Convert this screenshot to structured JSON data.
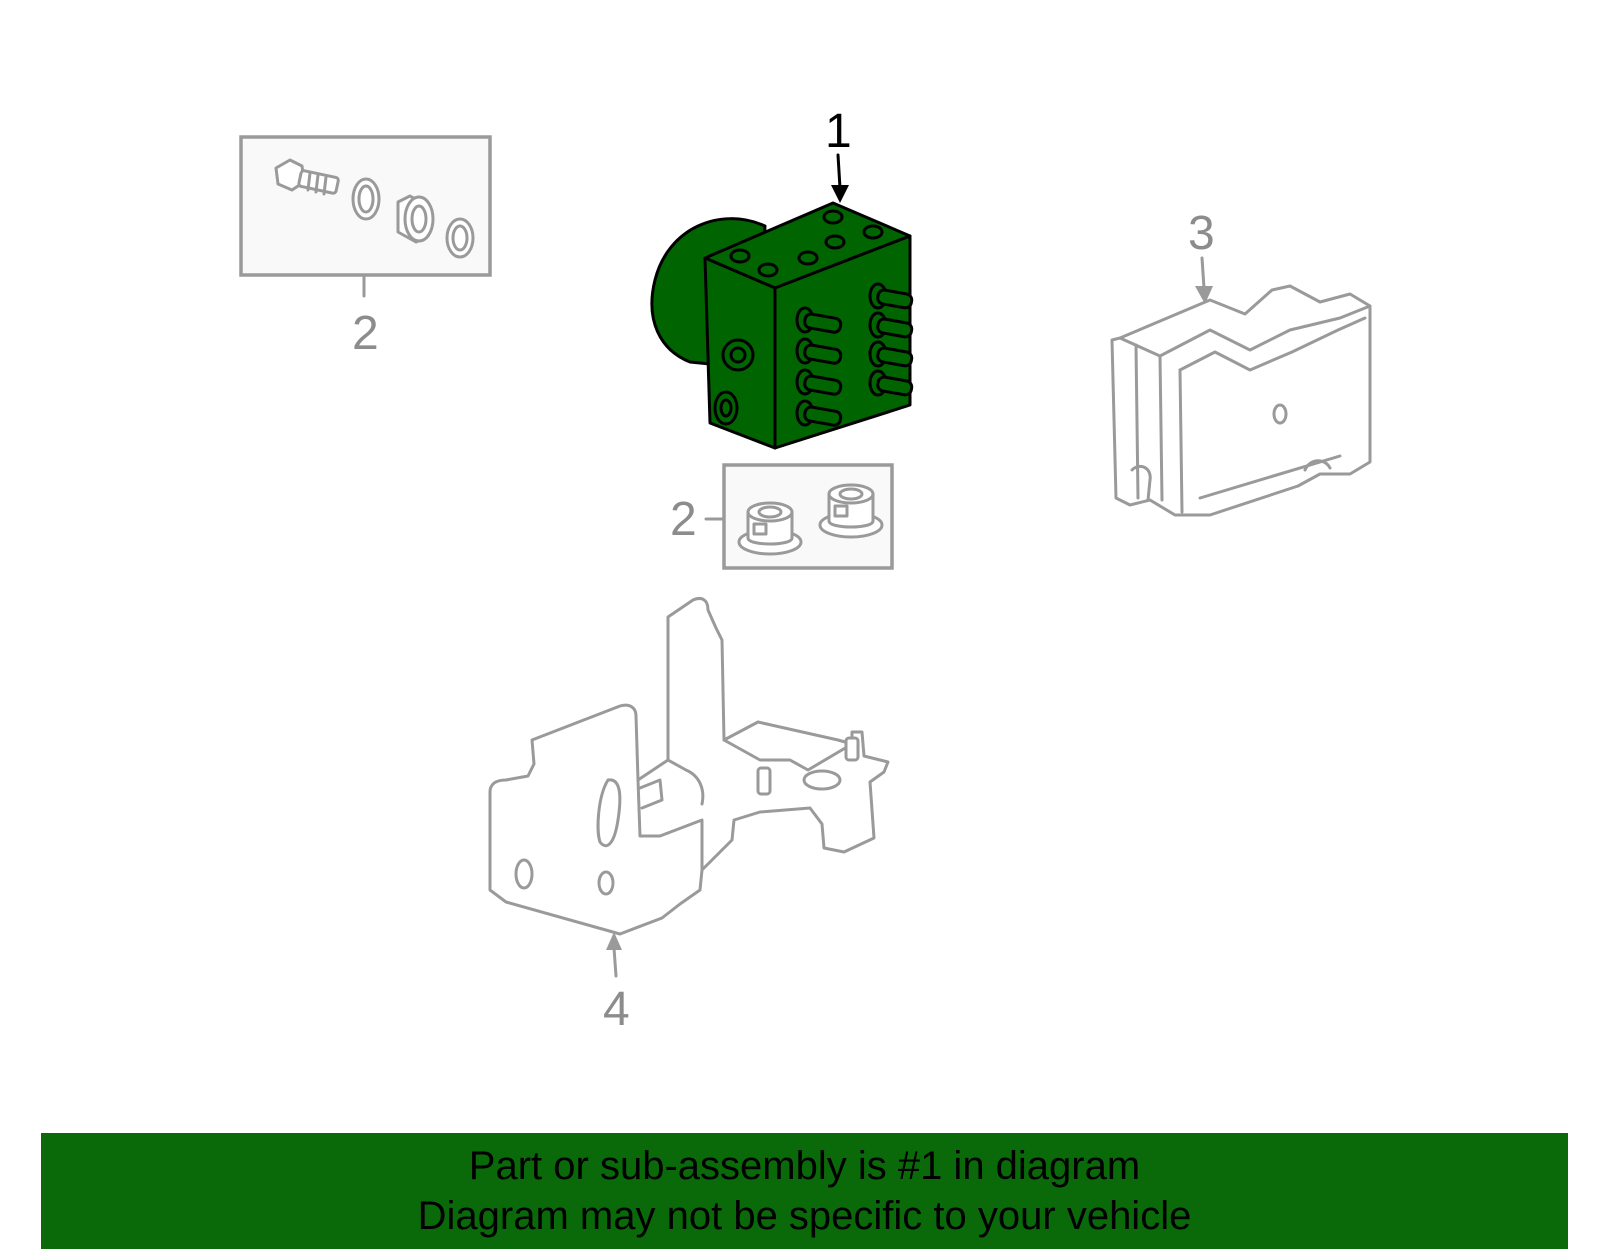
{
  "callouts": {
    "c1": "1",
    "c2_top_left": "2",
    "c2_center": "2",
    "c3": "3",
    "c4": "4"
  },
  "banner": {
    "line1": "Part or sub-assembly is #1 in diagram",
    "line2": "Diagram may not be specific to your vehicle"
  },
  "colors": {
    "highlight_part": "#006400",
    "banner_background": "#0a6a0a",
    "line_gray": "#9a9a9a"
  },
  "icons": [
    "abs-hydraulic-unit-icon",
    "bolt-seal-kit-icon",
    "bushing-kit-icon",
    "abs-module-icon",
    "mounting-bracket-icon"
  ]
}
